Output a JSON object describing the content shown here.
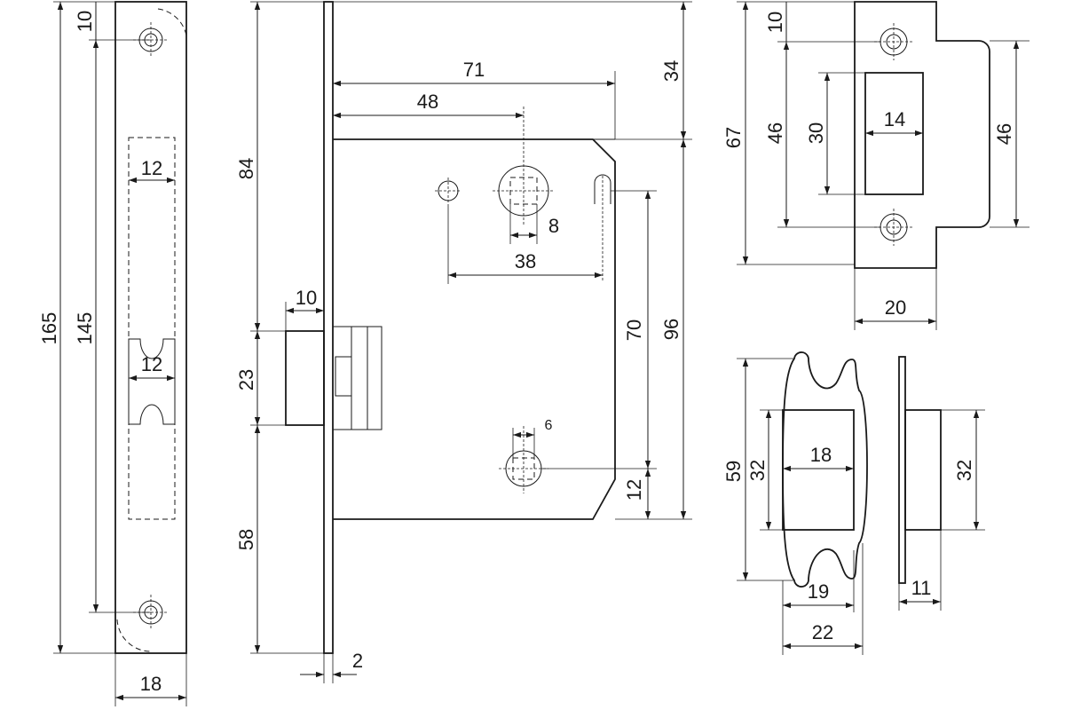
{
  "dimensions": {
    "plate_height": "165",
    "plate_hole_spacing": "145",
    "plate_hole_offset": "10",
    "plate_cutout_top": "12",
    "plate_cutout_latch": "12",
    "plate_width": "18",
    "body_top_offset": "84",
    "latch_height": "23",
    "body_bottom_offset": "58",
    "latch_projection": "10",
    "faceplate_thickness": "2",
    "backset": "71",
    "handle_backset": "48",
    "case_top": "34",
    "spindle_square": "8",
    "spindle_to_pin": "38",
    "key_to_pin": "70",
    "case_height": "96",
    "key_square": "6",
    "key_bottom": "12",
    "strike_height": "67",
    "strike_hole_offset": "10",
    "strike_hole_spacing": "46",
    "strike_opening_height": "30",
    "strike_opening_width": "14",
    "strike_lip_height": "46",
    "strike_width": "20",
    "box_height": "59",
    "box_opening": "32",
    "box_inner_width": "18",
    "box_width_inner": "19",
    "box_width_outer": "22",
    "box_side_height": "32",
    "box_depth": "11"
  }
}
